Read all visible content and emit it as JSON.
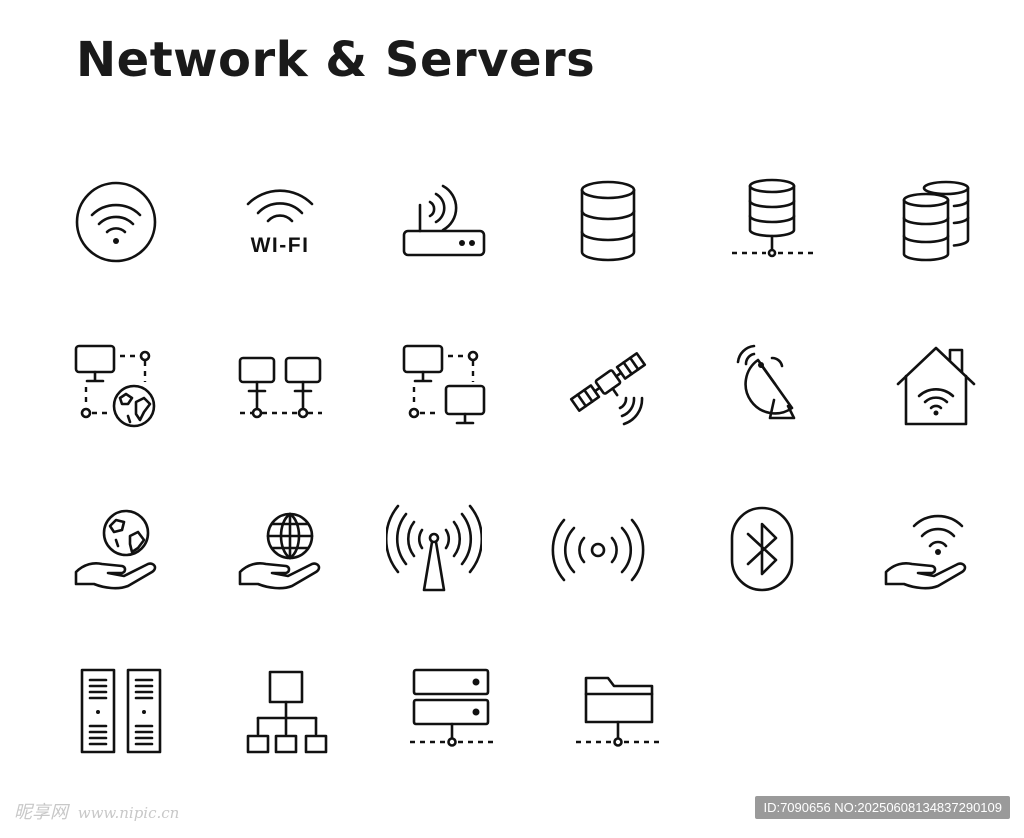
{
  "title": "Network & Servers",
  "wifi_label": "WI-FI",
  "watermark": {
    "site": "昵享网",
    "url": "www.nipic.cn",
    "id": "ID:7090656 NO:20250608134837290109"
  },
  "icons": [
    "wifi-circle-icon",
    "wifi-label-icon",
    "router-icon",
    "database-icon",
    "database-network-icon",
    "databases-icon",
    "computer-globe-network-icon",
    "computers-network-icon",
    "computer-connection-icon",
    "satellite-icon",
    "satellite-dish-icon",
    "home-wifi-icon",
    "globe-hand-icon",
    "internet-hand-icon",
    "antenna-tower-icon",
    "broadcast-signal-icon",
    "bluetooth-icon",
    "wifi-hand-icon",
    "server-racks-icon",
    "hierarchy-icon",
    "server-network-icon",
    "folder-network-icon"
  ],
  "colors": {
    "stroke": "#111111",
    "background": "#ffffff"
  }
}
